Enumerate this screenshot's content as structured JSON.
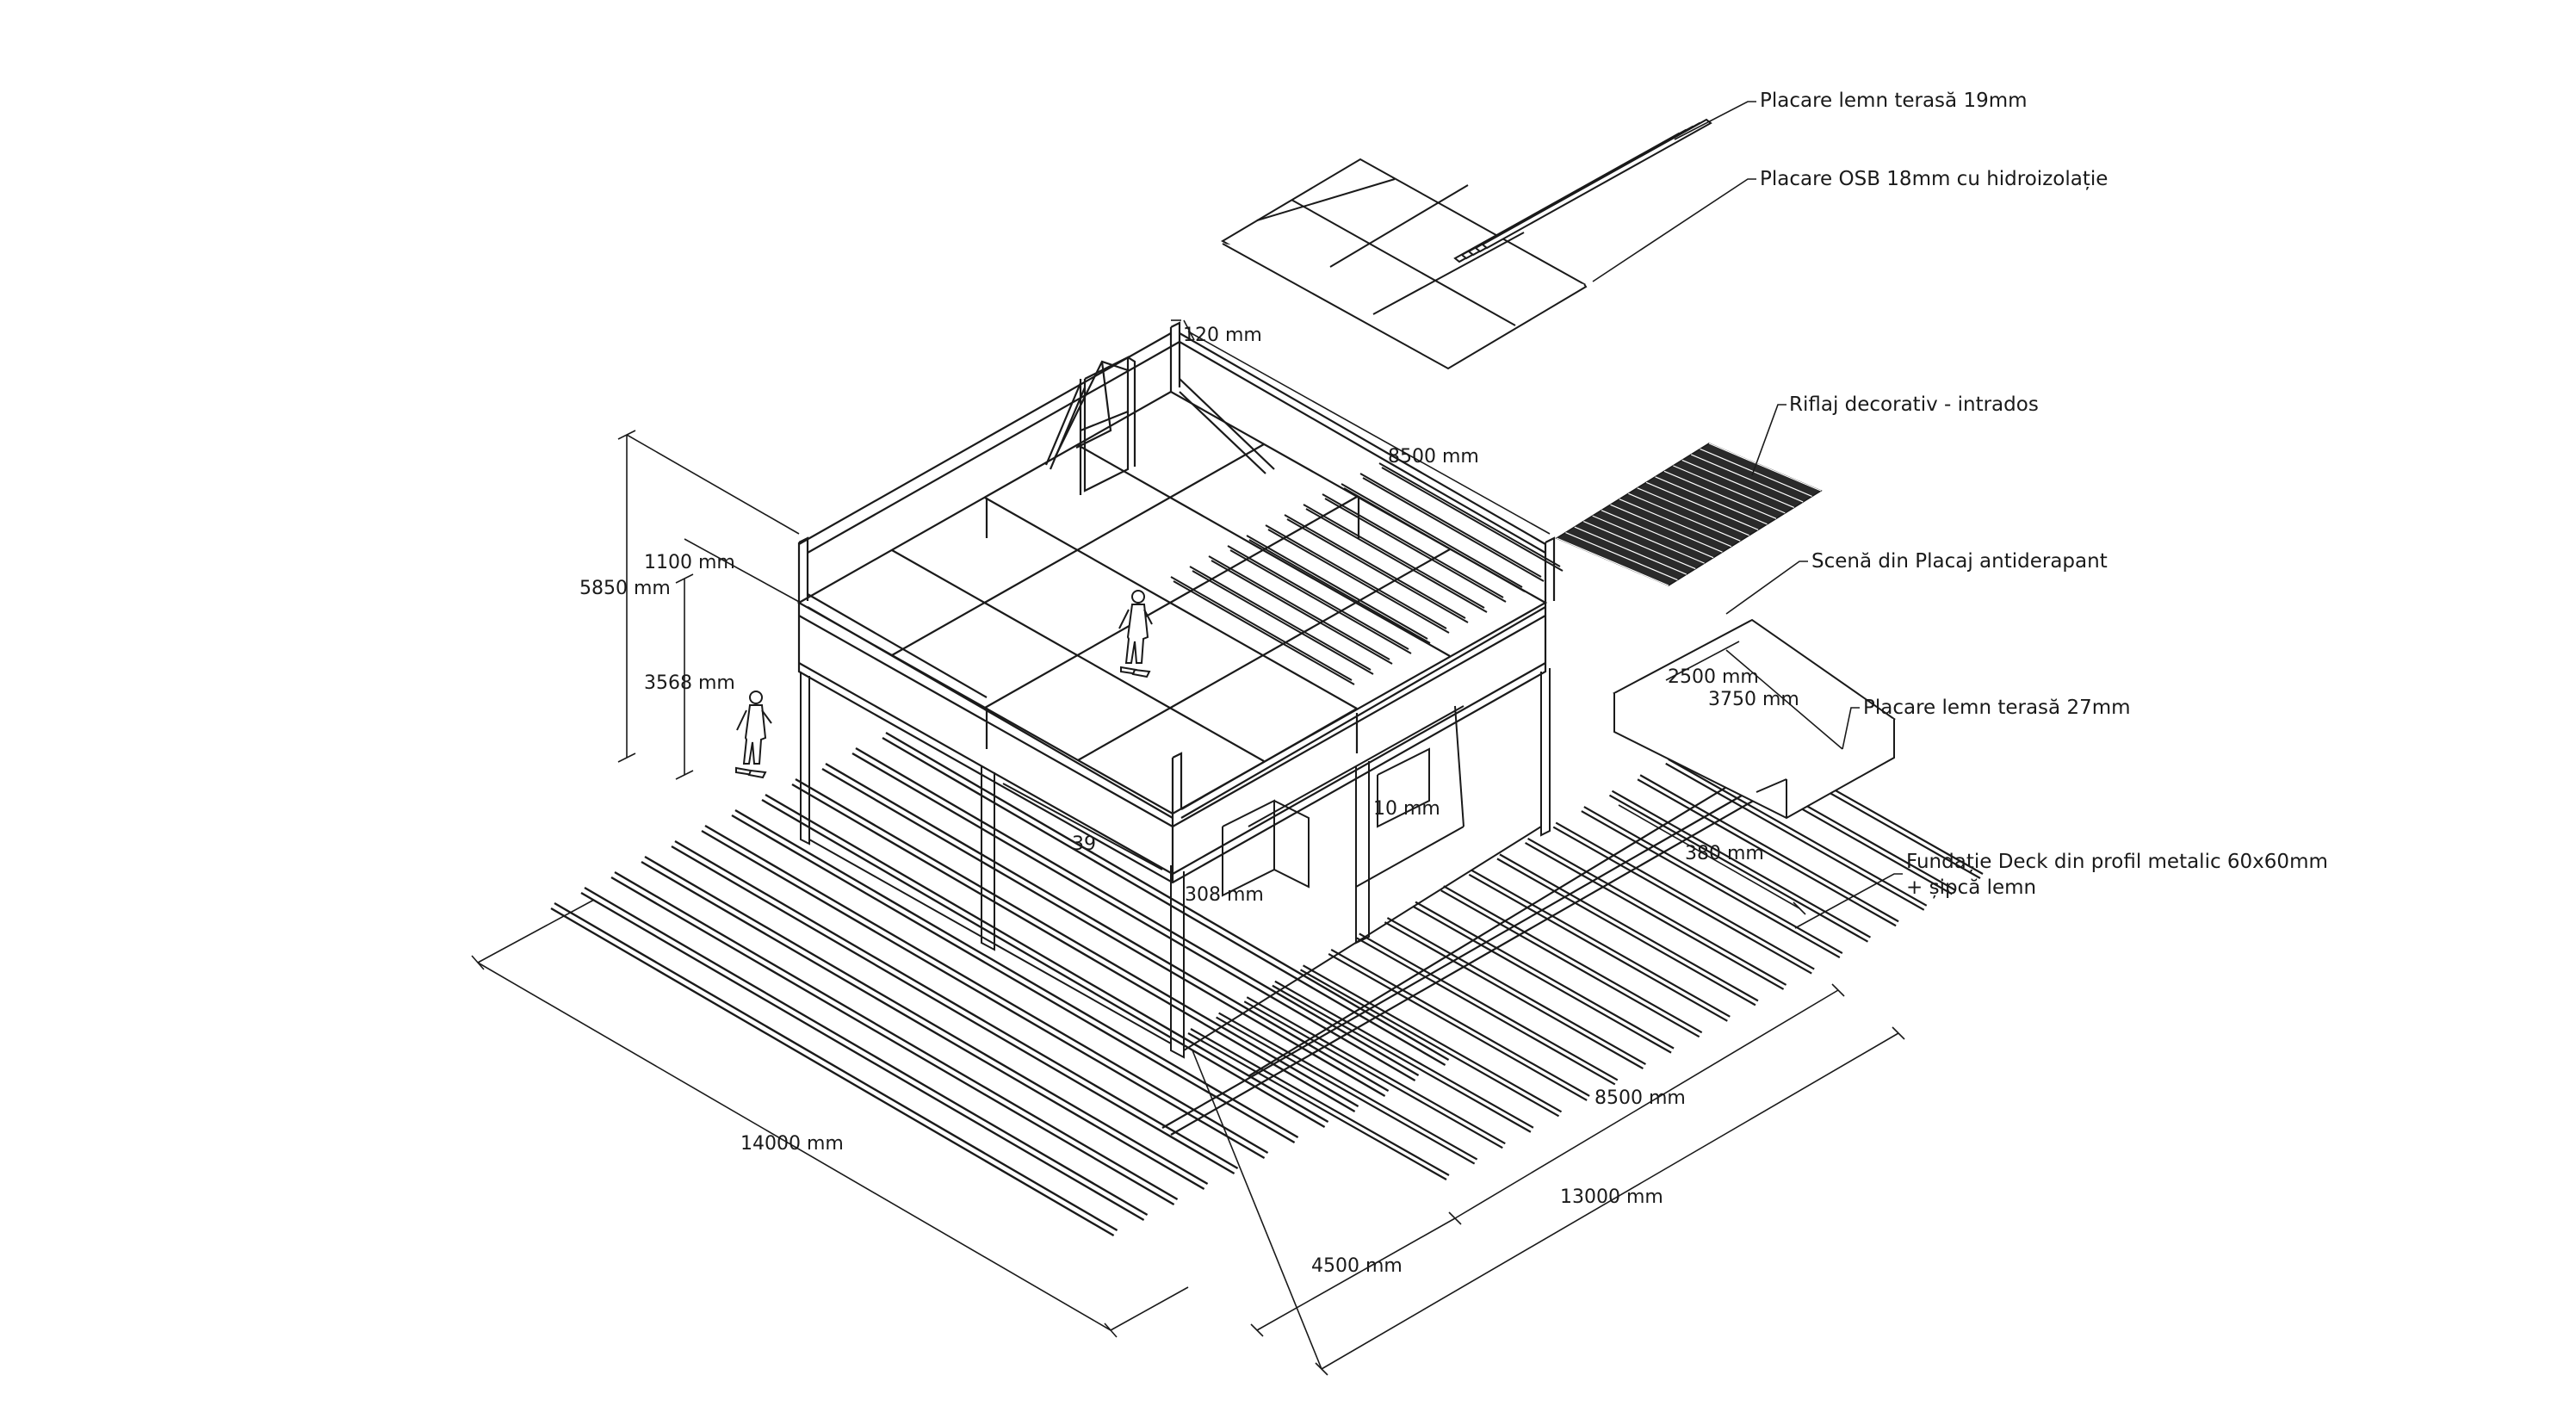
{
  "callouts": {
    "terrace_wood_19": "Placare lemn terasă 19mm",
    "osb_18": "Placare OSB 18mm cu hidroizolație",
    "decorative_slats": "Riflaj decorativ - intrados",
    "stage_plywood": "Scenă din Placaj antiderapant",
    "terrace_wood_27": "Placare lemn terasă 27mm",
    "deck_foundation_line1": "Fundație Deck din profil metalic 60x60mm",
    "deck_foundation_line2": "+ șipcă lemn"
  },
  "dimensions": {
    "post_120": "120 mm",
    "top_length_8500": "8500 mm",
    "rail_1100": "1100 mm",
    "total_height_5850": "5850 mm",
    "floor_height_3568": "3568 mm",
    "stage_2500": "2500 mm",
    "stage_3750": "3750 mm",
    "inner_10": "10 mm",
    "deck_380": "380 mm",
    "inner_308": "308 mm",
    "inner_39": "39",
    "base_14000": "14000 mm",
    "base_8500": "8500 mm",
    "base_13000": "13000 mm",
    "base_4500": "4500 mm"
  },
  "colors": {
    "ink": "#1a1a1a",
    "paper": "#ffffff",
    "slat_fill": "#2a2a2a"
  }
}
